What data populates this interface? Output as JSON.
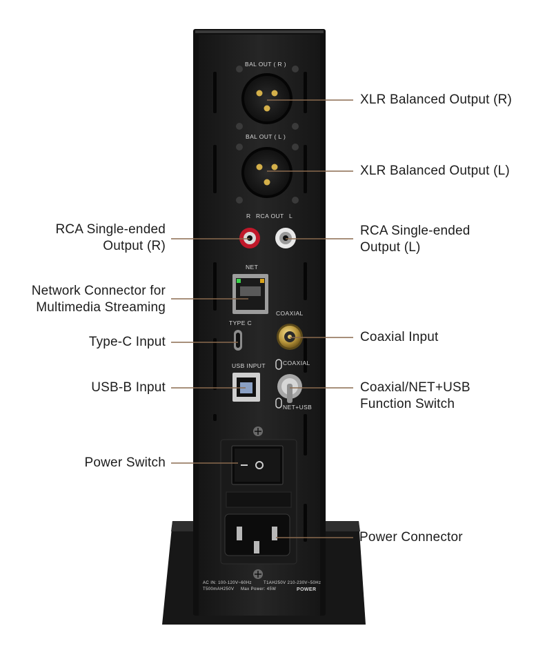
{
  "callouts": {
    "xlr_r": "XLR Balanced Output (R)",
    "xlr_l": "XLR Balanced Output (L)",
    "rca_r_line1": "RCA Single-ended",
    "rca_r_line2": "Output (R)",
    "rca_l_line1": "RCA Single-ended",
    "rca_l_line2": "Output (L)",
    "net_line1": "Network Connector for",
    "net_line2": "Multimedia Streaming",
    "typec": "Type-C Input",
    "coaxial": "Coaxial Input",
    "usbb": "USB-B Input",
    "switch_line1": "Coaxial/NET+USB",
    "switch_line2": "Function Switch",
    "power_switch": "Power Switch",
    "power_connector": "Power Connector"
  },
  "device_labels": {
    "bal_out_r": "BAL OUT ( R )",
    "bal_out_l": "BAL OUT ( L )",
    "rca_r": "R",
    "rca_out": "RCA OUT",
    "rca_l": "L",
    "net": "NET",
    "type_c": "TYPE C",
    "coaxial": "COAXIAL",
    "usb_input": "USB INPUT",
    "switch_coaxial": "COAXIAL",
    "switch_netusb": "NET+USB",
    "ac_line1": "AC IN: 100-120V~60Hz",
    "ac_line2": "T500mAH250V",
    "max_power": "Max Power: 45W",
    "fuse_line1": "T1AH250V 210-230V~50Hz",
    "power": "POWER"
  },
  "colors": {
    "leader": "#8a6a4e",
    "chassis": "#1e1e1e",
    "rca_red": "#c0182a",
    "rca_white": "#e8e8e8",
    "gold": "#b8963c"
  }
}
